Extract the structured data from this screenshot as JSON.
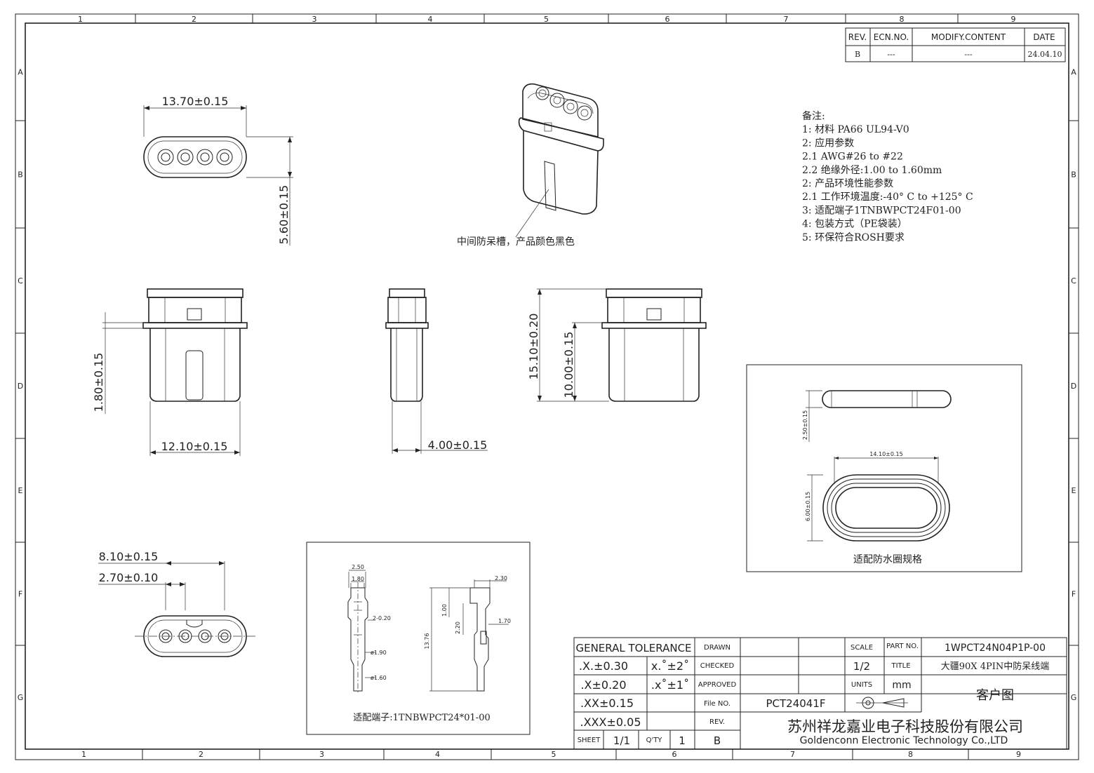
{
  "frame": {
    "col_labels": [
      "1",
      "2",
      "3",
      "4",
      "5",
      "6",
      "7",
      "8",
      "9"
    ],
    "row_labels": [
      "A",
      "B",
      "C",
      "D",
      "E",
      "F",
      "G"
    ]
  },
  "revision": {
    "headers": [
      "REV.",
      "ECN.NO.",
      "MODIFY.CONTENT",
      "DATE"
    ],
    "row": [
      "B",
      "---",
      "---",
      "24.04.10"
    ]
  },
  "notes": [
    "备注:",
    "1: 材料 PA66 UL94-V0",
    "2: 应用参数",
    " 2.1 AWG#26 to #22",
    " 2.2 绝缘外径:1.00 to 1.60mm",
    "2: 产品环境性能参数",
    " 2.1 工作环境温度:-40° C to +125° C",
    "3: 适配端子1TNBWPCT24F01-00",
    "4: 包装方式（PE袋装）",
    "5: 环保符合ROSH要求"
  ],
  "iso_caption": "中间防呆槽，产品颜色黑色",
  "dims": {
    "top_width": "13.70±0.15",
    "top_height": "5.60±0.15",
    "front_flange": "1.80±0.15",
    "front_width": "12.10±0.15",
    "side_width": "4.00±0.15",
    "right_total": "15.10±0.20",
    "right_body": "10.00±0.15",
    "bottom_outer": "8.10±0.15",
    "bottom_pitch": "2.70±0.10"
  },
  "terminal": {
    "caption": "适配端子:1TNBWPCT24*01-00",
    "labels": [
      "2.50",
      "1.80",
      "2-0.20",
      "ø1.90",
      "ø1.60",
      "2.30",
      "1.00",
      "2.20",
      "1.70",
      "13.76"
    ]
  },
  "seal": {
    "caption": "适配防水圈规格",
    "thickness": "2.50±0.15",
    "width": "14.10±0.15",
    "height": "6.00±0.15"
  },
  "title_block": {
    "tolerance_title": "GENERAL TOLERANCE",
    "tol_rows": [
      [
        ".X.±0.30",
        "x.˚±2˚"
      ],
      [
        ".X±0.20",
        ".x˚±1˚"
      ],
      [
        ".XX±0.15",
        ""
      ],
      [
        ".XXX±0.05",
        ""
      ]
    ],
    "sheet_label": "SHEET",
    "sheet_value": "1/1",
    "qty_label": "Q'TY",
    "qty_value": "1",
    "rev_label": "REV.",
    "rev_value": "B",
    "drawn": "DRAWN",
    "checked": "CHECKED",
    "approved": "APPROVED",
    "file_no": "File NO.",
    "file_no_value": "PCT24041F",
    "scale": "SCALE",
    "scale_value": "1/2",
    "units": "UNITS",
    "units_value": "mm",
    "part_no_label": "PART NO.",
    "part_no": "1WPCT24N04P1P-00",
    "title_label": "TITLE",
    "title": "大疆90X 4PIN中防呆线端",
    "customer": "客户图",
    "company_cn": "苏州祥龙嘉业电子科技股份有限公司",
    "company_en": "Goldenconn Electronic Technology Co.,LTD"
  }
}
